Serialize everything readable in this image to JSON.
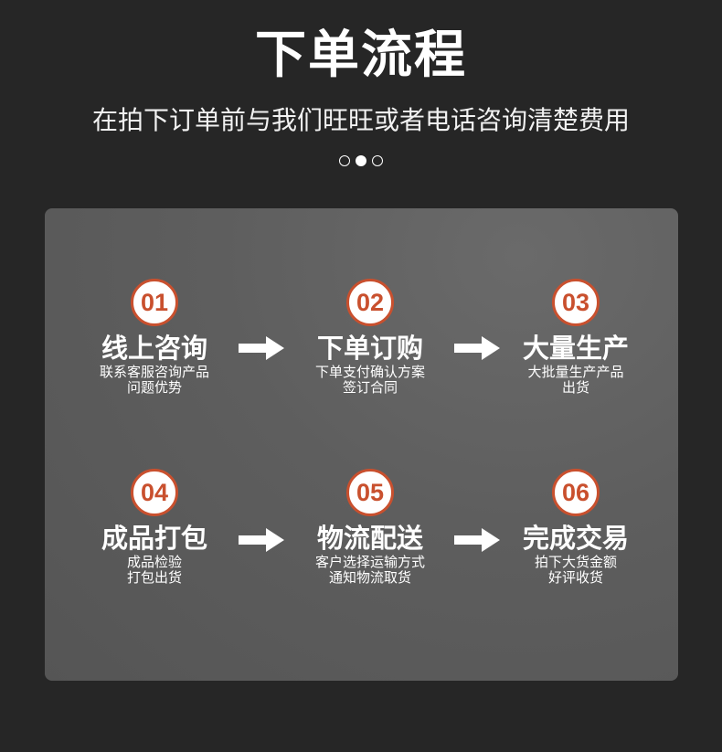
{
  "header": {
    "title": "下单流程",
    "subtitle": "在拍下订单前与我们旺旺或者电话咨询清楚费用"
  },
  "steps": [
    {
      "number": "01",
      "title": "线上咨询",
      "desc": "联系客服咨询产品\n问题优势"
    },
    {
      "number": "02",
      "title": "下单订购",
      "desc": "下单支付确认方案\n签订合同"
    },
    {
      "number": "03",
      "title": "大量生产",
      "desc": "大批量生产产品\n出货"
    },
    {
      "number": "04",
      "title": "成品打包",
      "desc": "成品检验\n打包出货"
    },
    {
      "number": "05",
      "title": "物流配送",
      "desc": "客户选择运输方式\n通知物流取货"
    },
    {
      "number": "06",
      "title": "完成交易",
      "desc": "拍下大货金额\n好评收货"
    }
  ],
  "colors": {
    "accent": "#c9502e",
    "background": "#262626",
    "panel": "#5e5e5e"
  },
  "icons": {
    "arrow": "right-arrow-icon"
  }
}
